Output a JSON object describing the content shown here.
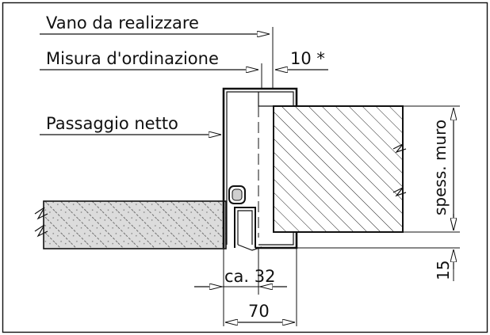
{
  "labels": {
    "vano": "Vano da realizzare",
    "misura": "Misura d'ordinazione",
    "dieci": "10 *",
    "passaggio": "Passaggio netto",
    "spessore": "spess. muro",
    "ca32": "ca. 32",
    "settanta": "70",
    "quindici": "15"
  }
}
